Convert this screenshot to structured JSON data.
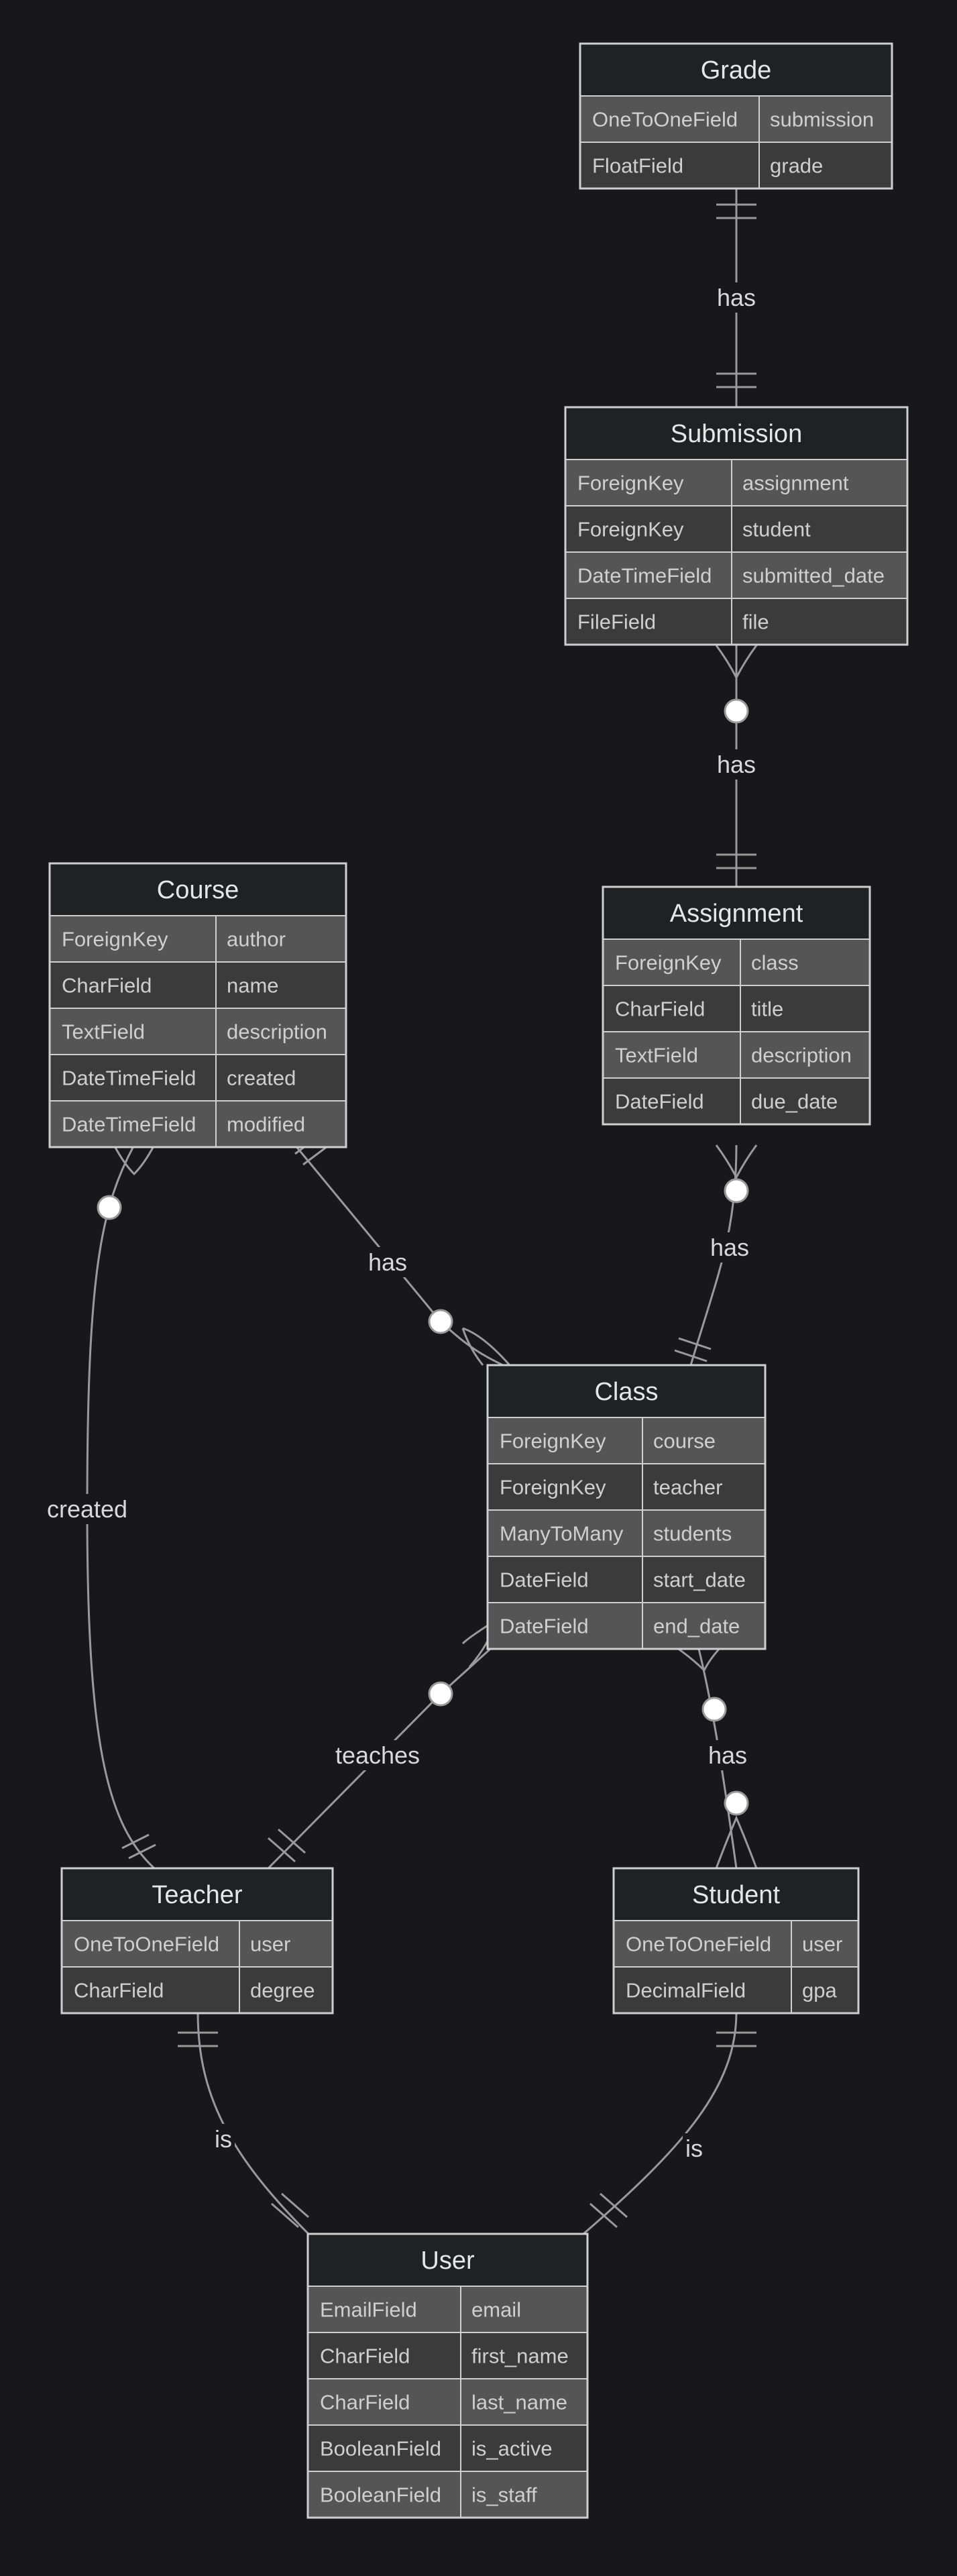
{
  "theme": {
    "background": "#18181b",
    "header_fill": "#202122",
    "row_fill_odd": "#555556",
    "row_fill_even": "#3b3b3c",
    "border": "#cfcfcf",
    "line": "#9a9a9a"
  },
  "entities": {
    "grade": {
      "title": "Grade",
      "rows": [
        [
          "OneToOneField",
          "submission"
        ],
        [
          "FloatField",
          "grade"
        ]
      ]
    },
    "submission": {
      "title": "Submission",
      "rows": [
        [
          "ForeignKey",
          "assignment"
        ],
        [
          "ForeignKey",
          "student"
        ],
        [
          "DateTimeField",
          "submitted_date"
        ],
        [
          "FileField",
          "file"
        ]
      ]
    },
    "assignment": {
      "title": "Assignment",
      "rows": [
        [
          "ForeignKey",
          "class"
        ],
        [
          "CharField",
          "title"
        ],
        [
          "TextField",
          "description"
        ],
        [
          "DateField",
          "due_date"
        ]
      ]
    },
    "course": {
      "title": "Course",
      "rows": [
        [
          "ForeignKey",
          "author"
        ],
        [
          "CharField",
          "name"
        ],
        [
          "TextField",
          "description"
        ],
        [
          "DateTimeField",
          "created"
        ],
        [
          "DateTimeField",
          "modified"
        ]
      ]
    },
    "class": {
      "title": "Class",
      "rows": [
        [
          "ForeignKey",
          "course"
        ],
        [
          "ForeignKey",
          "teacher"
        ],
        [
          "ManyToMany",
          "students"
        ],
        [
          "DateField",
          "start_date"
        ],
        [
          "DateField",
          "end_date"
        ]
      ]
    },
    "teacher": {
      "title": "Teacher",
      "rows": [
        [
          "OneToOneField",
          "user"
        ],
        [
          "CharField",
          "degree"
        ]
      ]
    },
    "student": {
      "title": "Student",
      "rows": [
        [
          "OneToOneField",
          "user"
        ],
        [
          "DecimalField",
          "gpa"
        ]
      ]
    },
    "user": {
      "title": "User",
      "rows": [
        [
          "EmailField",
          "email"
        ],
        [
          "CharField",
          "first_name"
        ],
        [
          "CharField",
          "last_name"
        ],
        [
          "BooleanField",
          "is_active"
        ],
        [
          "BooleanField",
          "is_staff"
        ]
      ]
    }
  },
  "relationships": [
    {
      "id": "grade-submission",
      "label": "has"
    },
    {
      "id": "submission-assignment",
      "label": "has"
    },
    {
      "id": "assignment-class",
      "label": "has"
    },
    {
      "id": "course-class",
      "label": "has"
    },
    {
      "id": "course-teacher",
      "label": "created"
    },
    {
      "id": "class-teacher",
      "label": "teaches"
    },
    {
      "id": "class-student",
      "label": "has"
    },
    {
      "id": "teacher-user",
      "label": "is"
    },
    {
      "id": "student-user",
      "label": "is"
    }
  ]
}
